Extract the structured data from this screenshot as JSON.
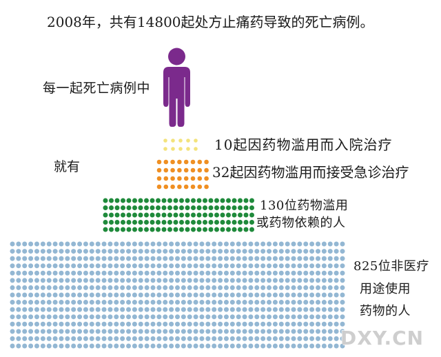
{
  "chart_data": {
    "type": "bar",
    "title": "2008年，共有14800起处方止痛药导致的死亡病例。",
    "categories": [
      [
        "每一起死亡病例中"
      ],
      [
        "10起因药物滥用而入院治疗"
      ],
      [
        "32起因药物滥用而接受急诊治疗"
      ],
      [
        "130位药物滥用",
        "或药物依赖的人"
      ],
      [
        "825位非医疗",
        "用途使用",
        "药物的人"
      ]
    ],
    "values": [
      1,
      10,
      32,
      130,
      825
    ],
    "colors": [
      "#7b2a8c",
      "#f3e37c",
      "#ef8f22",
      "#1f8a3b",
      "#93b7d3"
    ],
    "unit_marks": [
      "person-icon",
      "dot",
      "dot",
      "dot",
      "dot"
    ],
    "annotation": "就有"
  },
  "watermark": "DXY.CN"
}
